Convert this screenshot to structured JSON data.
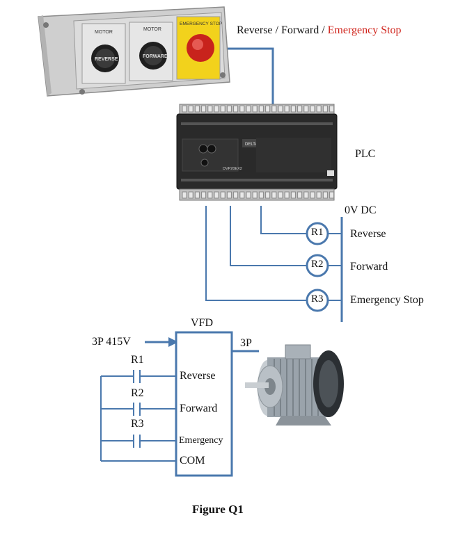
{
  "top_caption": {
    "part1": "Reverse / Forward / ",
    "part2": "Emergency Stop",
    "emergency_color": "#d0241c"
  },
  "pushbutton_station": {
    "headers": [
      "MOTOR",
      "MOTOR",
      "EMERGENCY STOP"
    ],
    "buttons": [
      "REVERSE",
      "FORWARD"
    ]
  },
  "plc": {
    "label": "PLC",
    "brand": "DELTA",
    "model": "DVP20EX2"
  },
  "relays": {
    "rail_label": "0V DC",
    "items": [
      {
        "id": "R1",
        "label": "Reverse"
      },
      {
        "id": "R2",
        "label": "Forward"
      },
      {
        "id": "R3",
        "label": "Emergency Stop"
      }
    ]
  },
  "vfd": {
    "label": "VFD",
    "supply": "3P 415V",
    "output": "3P",
    "inputs": [
      "Reverse",
      "Forward",
      "Emergency",
      "COM"
    ],
    "contacts": [
      "R1",
      "R2",
      "R3"
    ]
  },
  "figure_caption": "Figure Q1",
  "colors": {
    "wire": "#4a78ad",
    "motor": "#9aa3ab",
    "plc_body": "#2a2a2a"
  }
}
